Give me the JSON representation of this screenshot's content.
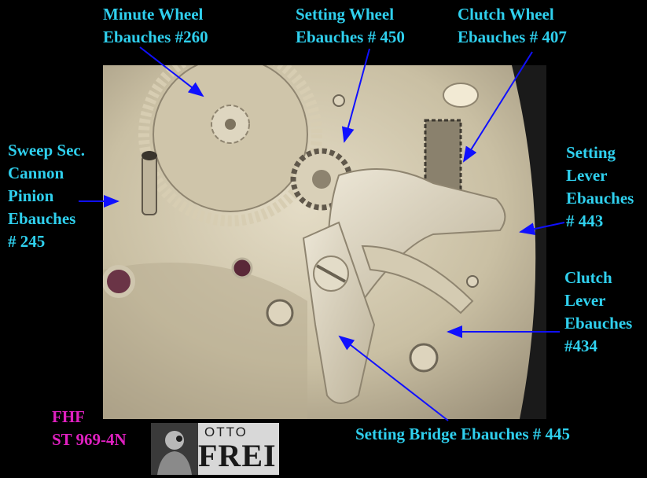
{
  "labels": {
    "minute_wheel": [
      "Minute Wheel",
      "Ebauches #260"
    ],
    "setting_wheel": [
      "Setting Wheel",
      "Ebauches # 450"
    ],
    "clutch_wheel": [
      "Clutch Wheel",
      "Ebauches # 407"
    ],
    "sweep_sec": [
      "Sweep Sec.",
      "Cannon",
      "Pinion",
      "Ebauches",
      "# 245"
    ],
    "setting_lever": [
      "Setting",
      "Lever",
      "Ebauches",
      "# 443"
    ],
    "clutch_lever": [
      "Clutch",
      "Lever",
      "Ebauches",
      "#434"
    ],
    "setting_bridge": [
      "Setting Bridge Ebauches # 445"
    ]
  },
  "caliber": [
    "FHF",
    "ST 969-4N"
  ],
  "logo": {
    "line1": "OTTO",
    "line2": "FREI"
  },
  "colors": {
    "label": "#2fd0ee",
    "caliber": "#e020c0",
    "arrow": "#1010ff",
    "background": "#000000"
  }
}
